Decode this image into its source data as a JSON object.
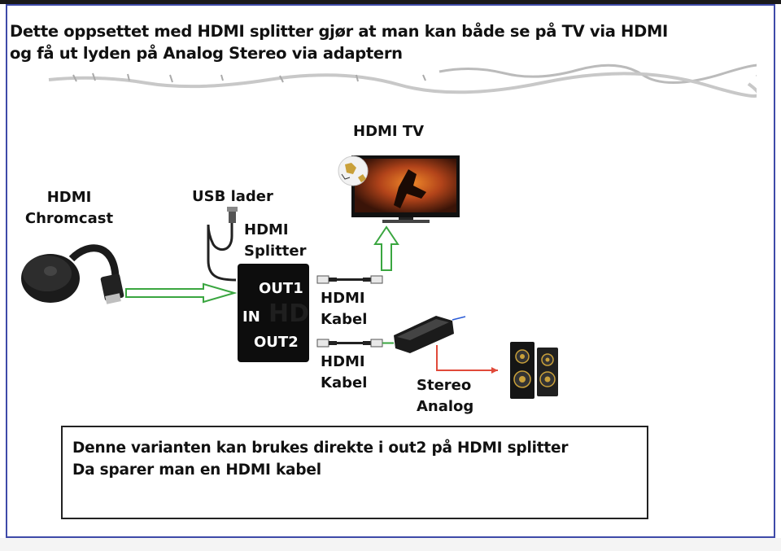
{
  "intro": {
    "line1": "Dette oppsettet med HDMI splitter gjør at man kan både se på TV via HDMI",
    "line2": "og få ut lyden på Analog Stereo via adaptern"
  },
  "labels": {
    "chromcast_line1": "HDMI",
    "chromcast_line2": "Chromcast",
    "usb": "USB lader",
    "splitter_line1": "HDMI",
    "splitter_line2": "Splitter",
    "tv": "HDMI TV",
    "out1": "OUT1",
    "in": "IN",
    "out2": "OUT2",
    "kabel1_line1": "HDMI",
    "kabel1_line2": "Kabel",
    "kabel2_line1": "HDMI",
    "kabel2_line2": "Kabel",
    "stereo_line1": "Stereo",
    "stereo_line2": "Analog"
  },
  "note": {
    "line1": "Denne varianten kan brukes direkte i out2 på HDMI splitter",
    "line2": "Da sparer man en HDMI kabel"
  },
  "colors": {
    "frame": "#3e4aa8",
    "arrow_green": "#3aa640",
    "audio_red": "#e04a3a",
    "device_black": "#111111"
  }
}
